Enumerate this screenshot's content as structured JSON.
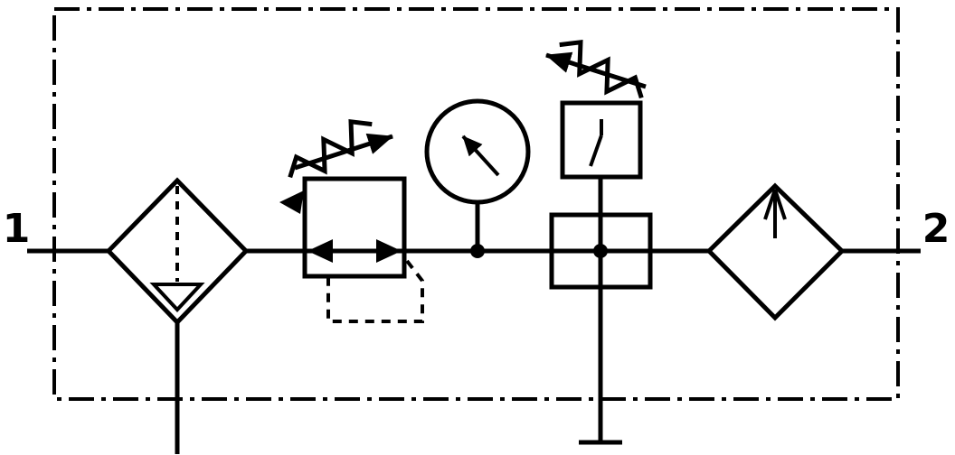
{
  "diagram": {
    "kind": "pneumatic-service-unit-circuit",
    "stroke_color": "#000000",
    "background_color": "#ffffff",
    "ports": {
      "inlet": "1",
      "outlet": "2"
    },
    "components": [
      {
        "name": "filter-water-separator"
      },
      {
        "name": "adjustable-pressure-regulator"
      },
      {
        "name": "pressure-gauge"
      },
      {
        "name": "adjustable-pressure-switch"
      },
      {
        "name": "lubricator"
      }
    ]
  }
}
